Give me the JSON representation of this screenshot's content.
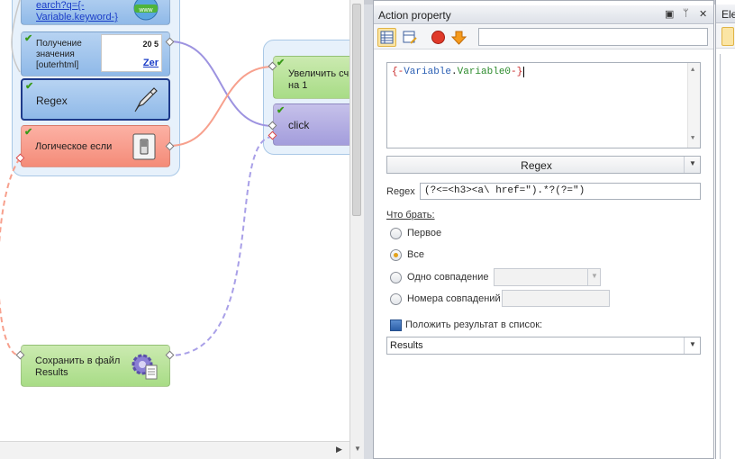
{
  "canvas": {
    "nodes": {
      "search_link": {
        "text_line1": "earch?q={-",
        "text_line2": "Variable.keyword-}",
        "icon": "www-globe-icon"
      },
      "get_value": {
        "label_line1": "Получение",
        "label_line2": "значения",
        "label_line3": "[outerhtml]",
        "preview_number": "20 5",
        "preview_link": "Zer"
      },
      "regex": {
        "label": "Regex",
        "icon": "pen-nib-icon"
      },
      "logic_if": {
        "label": "Логическое если",
        "icon": "switch-icon"
      },
      "increment": {
        "label_line1": "Увеличить сч",
        "label_line2": "на 1"
      },
      "click": {
        "label": "click"
      },
      "save_file": {
        "label_line1": "Сохранить в файл",
        "label_line2": "Results",
        "icon": "gear-document-icon"
      }
    },
    "wire_colors": {
      "purple": "#9d93e0",
      "salmon": "#f7a08d",
      "lavender": "#a9a0e8"
    }
  },
  "panel": {
    "title": "Action property",
    "controls": {
      "window_position": "▣",
      "pin": "ᛘ",
      "close": "✕"
    },
    "toolbar": {
      "search_value": ""
    },
    "expression": {
      "open": "{-",
      "part1": "Variable",
      "dot": ".",
      "part2": "Variable0",
      "close": "-}"
    },
    "action_type": "Regex",
    "regex_label": "Regex",
    "regex_value": "(?<=<h3><a\\ href=\").*?(?=\")",
    "what_to_take_label": "Что брать:",
    "options": {
      "first": "Первое",
      "all": "Все",
      "one_match": "Одно совпадение",
      "match_numbers": "Номера совпадений"
    },
    "selected_option": "all",
    "put_result_label": "Положить результат в список:",
    "result_list": "Results"
  },
  "panel2": {
    "title": "Ele"
  },
  "colors": {
    "accent": "#e3a21a",
    "panel_border": "#a7acb6",
    "group_fill": "#e7f1fb"
  }
}
